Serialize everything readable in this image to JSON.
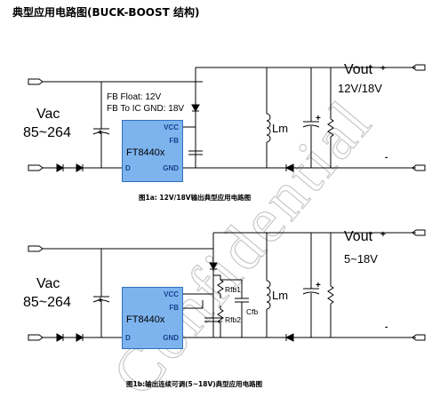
{
  "page_title": "典型应用电路图(BUCK-BOOST 结构)",
  "watermark": "Confidential",
  "fig1": {
    "input_label": "Vac",
    "input_range": "85~264",
    "note_line1": "FB Float: 12V",
    "note_line2": "FB To IC GND: 18V",
    "chip_name": "FT8440x",
    "pin_vcc": "VCC",
    "pin_fb": "FB",
    "pin_d": "D",
    "pin_gnd": "GND",
    "inductor": "Lm",
    "output_label": "Vout",
    "output_value": "12V/18V",
    "plus": "+",
    "minus": "-",
    "caption": "图1a: 12V/18V输出典型应用电路图"
  },
  "fig2": {
    "input_label": "Vac",
    "input_range": "85~264",
    "chip_name": "FT8440x",
    "pin_vcc": "VCC",
    "pin_fb": "FB",
    "pin_d": "D",
    "pin_gnd": "GND",
    "rfb1": "Rfb1",
    "rfb2": "Rfb2",
    "cfb": "Cfb",
    "inductor": "Lm",
    "output_label": "Vout",
    "output_value": "5~18V",
    "plus": "+",
    "minus": "-",
    "caption": "图1b:输出连续可调(5~18V)典型应用电路图"
  }
}
